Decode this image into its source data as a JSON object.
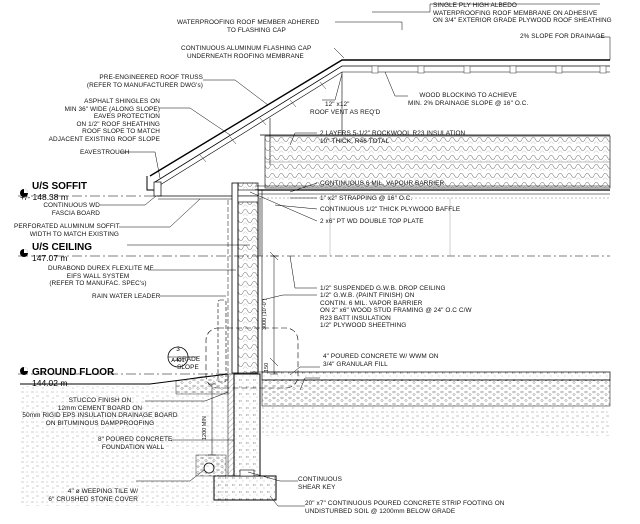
{
  "levels": {
    "soffit": {
      "title": "U/S SOFFIT",
      "value": "+/- 148.38 m"
    },
    "ceiling": {
      "title": "U/S CEILING",
      "value": "147.07 m"
    },
    "ground": {
      "title": "GROUND FLOOR",
      "value": "144.02 m"
    }
  },
  "detail_ref": {
    "number": "3",
    "sheet": "A401"
  },
  "dimensions": {
    "wall_height": "3000 (10'-0\")",
    "footing_depth": "1200 MIN",
    "curb": "150"
  },
  "labels": {
    "grade_slope": [
      "GRADE",
      "SLOPE"
    ],
    "waterproof_member": [
      "WATERPROOFING ROOF MEMBER ADHERED",
      "TO FLASHING CAP"
    ],
    "flashing_cap": [
      "CONTINUOUS ALUMINUM FLASHING CAP",
      "UNDERNEATH ROOFING MEMBRANE"
    ],
    "truss": [
      "PRE-ENGINEERED ROOF TRUSS",
      "(REFER TO MANUFACTURER DWG's)"
    ],
    "shingles": [
      "ASPHALT SHINGLES ON",
      "MIN 36\" WIDE (ALONG SLOPE)",
      "EAVES PROTECTION",
      "ON 1/2\" ROOF SHEATHING",
      "ROOF SLOPE TO MATCH",
      "ADJACENT EXISTING ROOF SLOPE"
    ],
    "eavestrough": [
      "EAVESTROUGH"
    ],
    "fascia": [
      "CONTINUOUS WD",
      "FASCIA BOARD"
    ],
    "soffit_panel": [
      "PERFORATED ALUMINUM SOFFIT",
      "WIDTH TO MATCH EXISTING"
    ],
    "eifs": [
      "DURABOND DUREX FLEXLITE MF",
      "EIFS WALL SYSTEM",
      "(REFER TO MANUFAC. SPEC's)"
    ],
    "rain_leader": [
      "RAIN WATER LEADER"
    ],
    "single_ply": [
      "SINGLE PLY HIGH ALBEDO",
      "WATERPROOFING ROOF MEMBRANE ON ADHESIVE",
      "ON 3/4\" EXTERIOR GRADE PLYWOOD ROOF SHEATHING"
    ],
    "slope_drainage": [
      "2% SLOPE FOR DRAINAGE"
    ],
    "wood_blocking": [
      "WOOD BLOCKING TO ACHIEVE",
      "MIN. 2% DRAINAGE SLOPE @ 16\" O.C."
    ],
    "roof_vent": [
      "12\" x12\"",
      "ROOF VENT AS REQ'D"
    ],
    "insulation": [
      "2 LAYERS 5-1/2\" ROCKWOOL R23 INSULATION",
      "10\" THICK, R46 TOTAL"
    ],
    "vapour_barrier": [
      "CONTINUOUS 6 MIL. VAPOUR BARRIER"
    ],
    "strapping": [
      "1\" x2\" STRAPPING @ 16\" O.C."
    ],
    "baffle": [
      "CONTINUOUS 1/2\" THICK PLYWOOD BAFFLE"
    ],
    "top_plate": [
      "2 x6\" PT WD DOUBLE TOP PLATE"
    ],
    "drop_ceiling": [
      "1/2\" SUSPENDED G.W.B. DROP CEILING"
    ],
    "wall_assembly": [
      "1/2\" G.W.B. (PAINT FINISH) ON",
      "CONTIN. 6 MIL. VAPOR BARRIER",
      "ON 2\" x6\" WOOD STUD FRAMING @ 24\" O.C C/W",
      "R23 BATT INSULATION",
      "1/2\" PLYWOOD SHEETHING"
    ],
    "slab": [
      "4\" POURED CONCRETE W/ WWM ON",
      "3/4\" GRANULAR FILL"
    ],
    "stucco": [
      "STUCCO FINISH ON",
      "12mm CEMENT BOARD ON",
      "50mm RIGID EPS INSULATION DRAINAGE BOARD",
      "ON BITUMINOUS DAMPPROOFING"
    ],
    "foundation_wall": [
      "8\" POURED CONCRETE",
      "FOUNDATION WALL"
    ],
    "weeping_tile": [
      "4\" ø WEEPING TILE W/",
      "6\" CRUSHED STONE COVER"
    ],
    "shear_key": [
      "CONTINUOUS",
      "SHEAR KEY"
    ],
    "footing": [
      "20\" x7\" CONTINUOUS POURED CONCRETE STRIP FOOTING ON",
      "UNDISTURBED SOIL @ 1200mm BELOW GRADE"
    ]
  }
}
